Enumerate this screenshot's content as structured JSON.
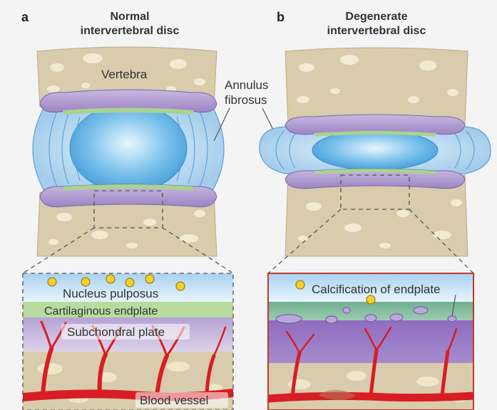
{
  "panel_a": {
    "letter": "a",
    "title_line1": "Normal",
    "title_line2": "intervertebral disc"
  },
  "panel_b": {
    "letter": "b",
    "title_line1": "Degenerate",
    "title_line2": "intervertebral disc"
  },
  "labels": {
    "vertebra": "Vertebra",
    "annulus_line1": "Annulus",
    "annulus_line2": "fibrosus",
    "nucleus": "Nucleus pulposus",
    "endplate": "Cartilaginous endplate",
    "subchondral": "Subchondral plate",
    "blood_vessel": "Blood vessel",
    "calcification": "Calcification of endplate"
  },
  "colors": {
    "bone": "#d8ccac",
    "nucleus_blue": "#5fb0e4",
    "annulus_blue": "#bcdcf2",
    "endplate_green": "#a9d38f",
    "subchondral_purple": "#b5a0d0",
    "blood_red": "#d81d24",
    "calcification_yellow": "#f5cf2a",
    "frame_red": "#c0392b"
  }
}
